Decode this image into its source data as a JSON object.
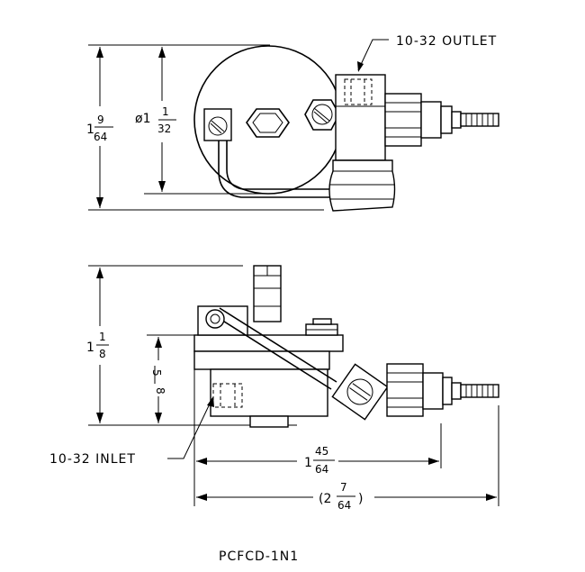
{
  "labels": {
    "outlet": "10-32  OUTLET",
    "inlet": "10-32  INLET",
    "part_number": "PCFCD-1N1"
  },
  "dimensions": {
    "top_height": {
      "whole": "1",
      "num": "9",
      "den": "64"
    },
    "top_diameter": {
      "prefix": "ø1",
      "num": "1",
      "den": "32"
    },
    "side_height": {
      "whole": "1",
      "num": "1",
      "den": "8"
    },
    "side_inner": {
      "num": "5",
      "den": "8"
    },
    "side_width": {
      "whole": "1",
      "num": "45",
      "den": "64"
    },
    "overall_width": {
      "open": "(2",
      "num": "7",
      "den": "64",
      "close": ")"
    }
  }
}
